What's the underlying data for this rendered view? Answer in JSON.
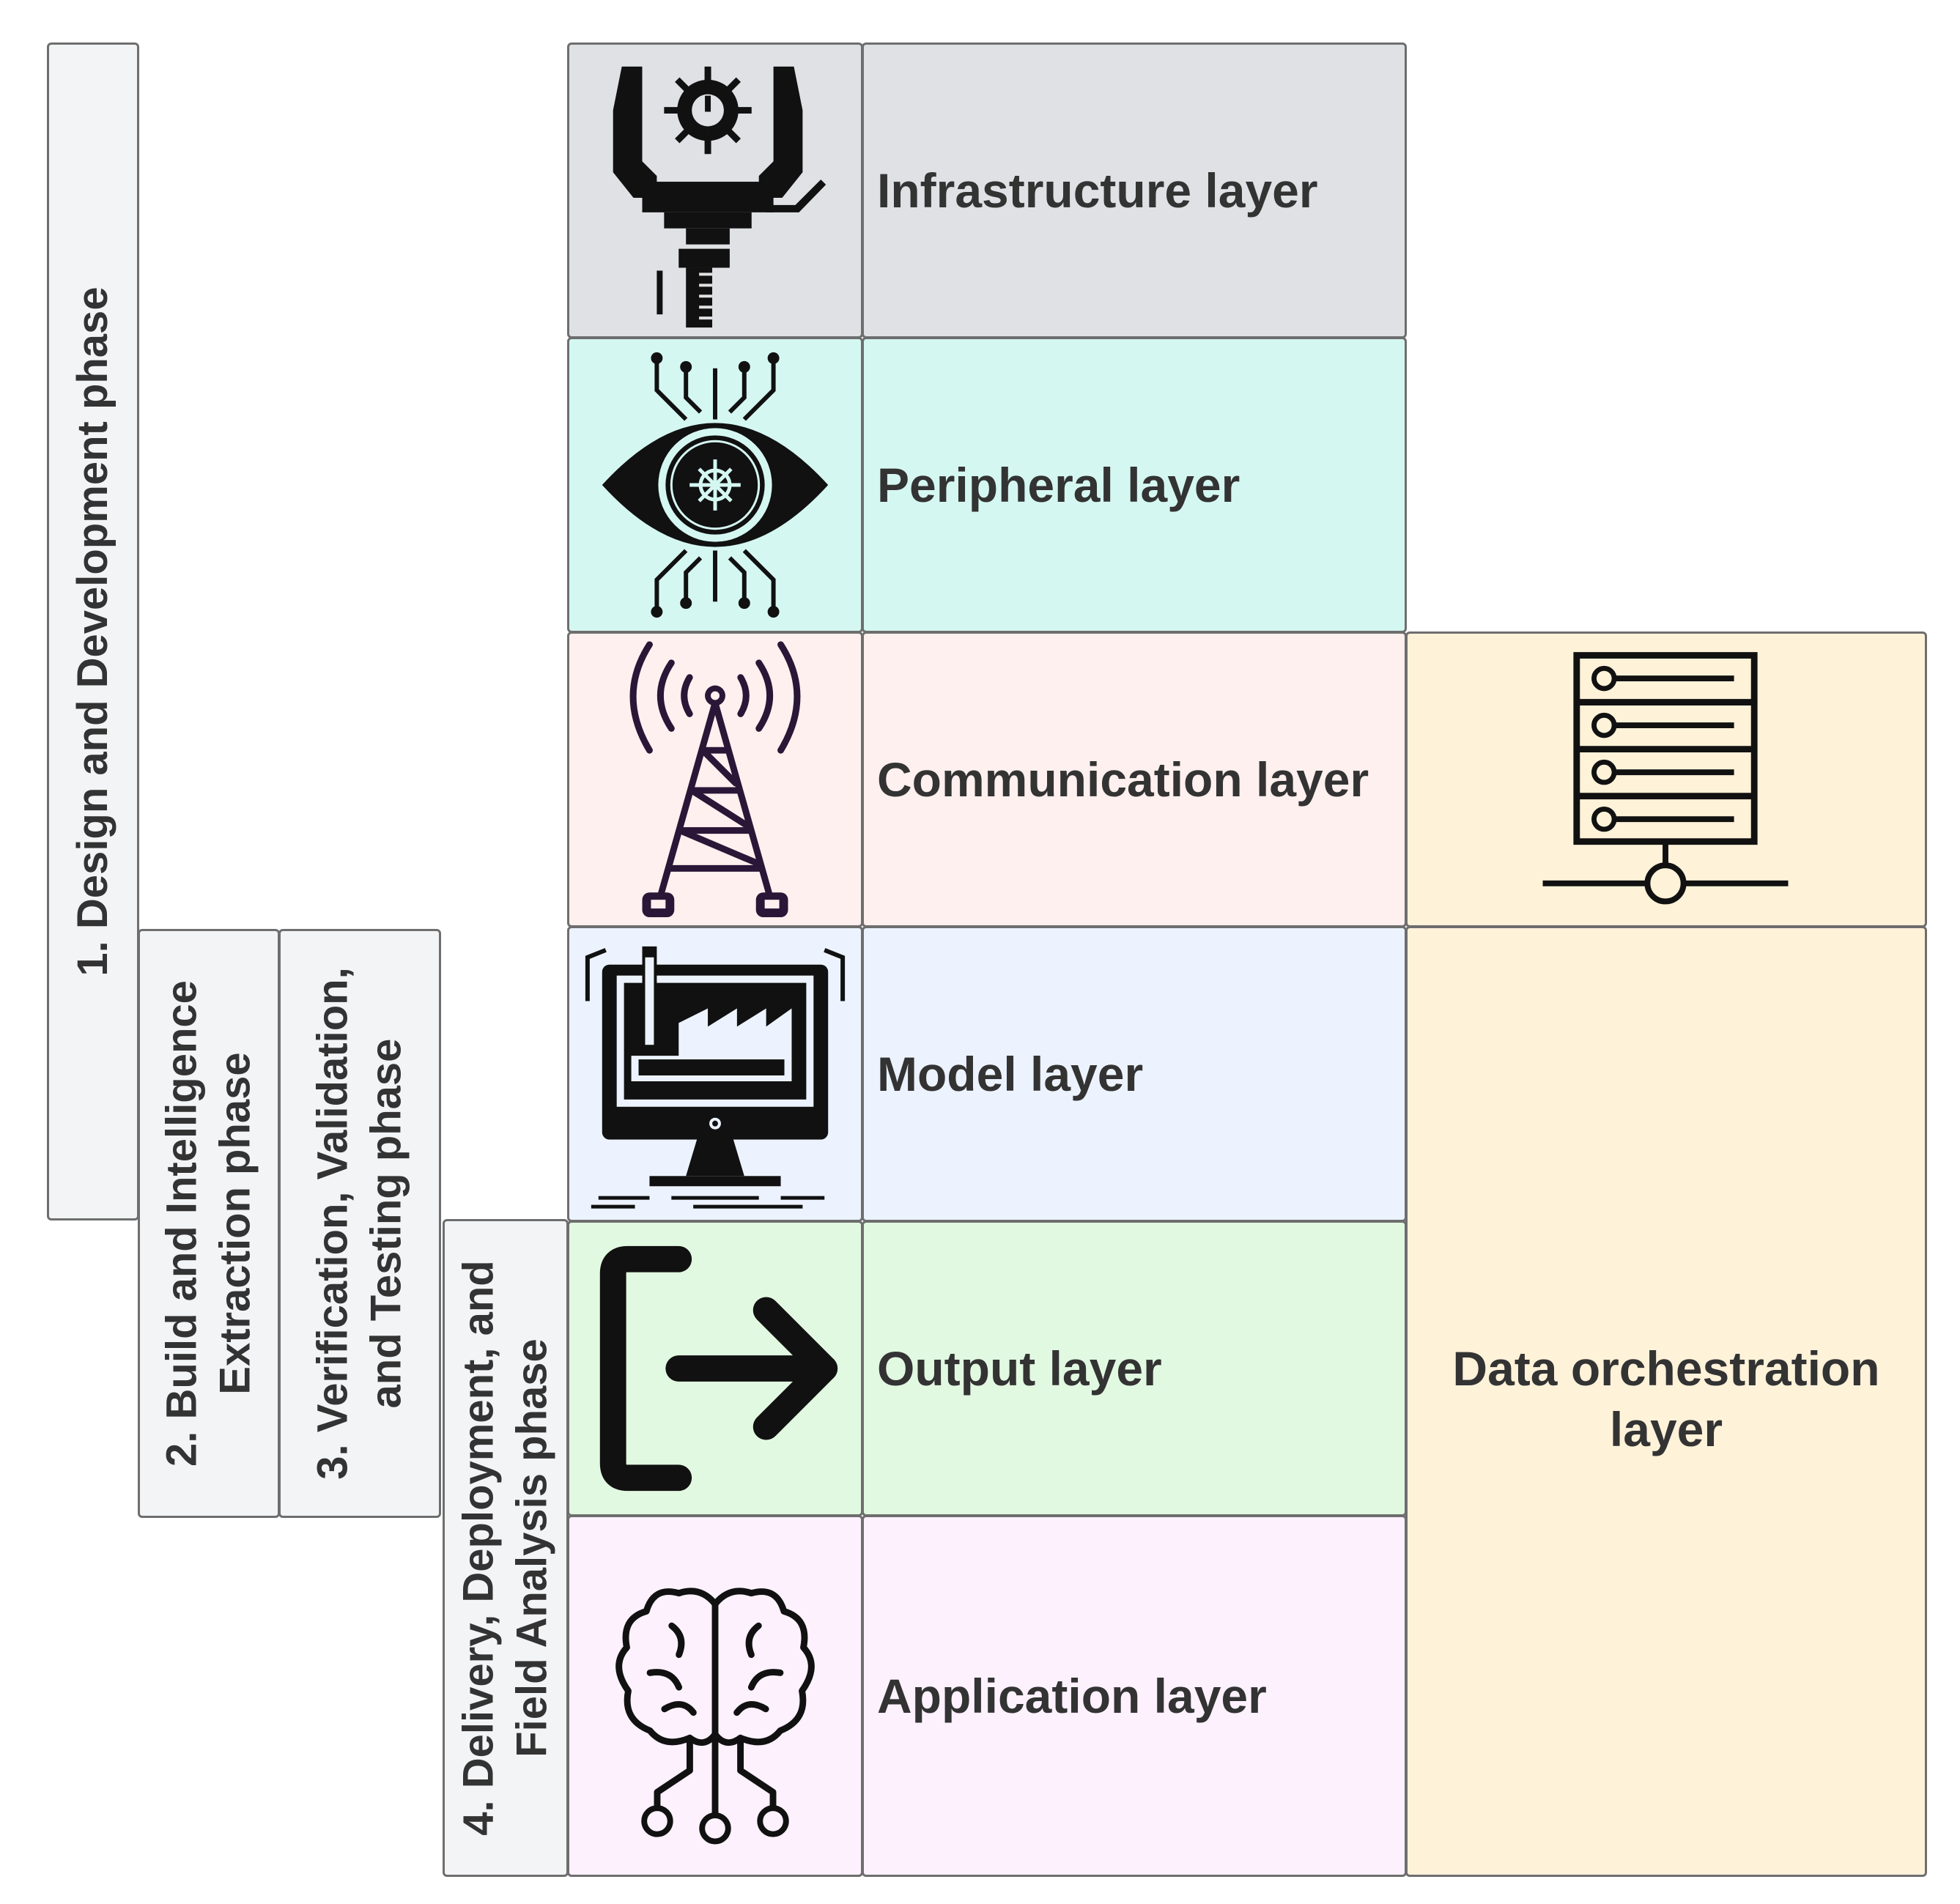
{
  "phases": [
    {
      "text": "1. Design and Development phase",
      "lines": [
        "1. Design and Development phase"
      ]
    },
    {
      "text": "2. Build and Intelligence Extraction phase",
      "lines": [
        "2. Build and Intelligence",
        "Extraction phase"
      ]
    },
    {
      "text": "3. Verification, Validation, and Testing phase",
      "lines": [
        "3. Verification, Validation,",
        "and Testing phase"
      ]
    },
    {
      "text": "4. Delivery, Deployment, and Field Analysis phase",
      "lines": [
        "4. Delivery, Deployment, and",
        "Field Analysis phase"
      ]
    }
  ],
  "layers": [
    {
      "label": "Infrastructure layer",
      "icon": "robotic-arm-icon",
      "color": "#dfe1e5"
    },
    {
      "label": "Peripheral layer",
      "icon": "circuit-eye-icon",
      "color": "#d5f7f2"
    },
    {
      "label": "Communication layer",
      "icon": "radio-tower-icon",
      "color": "#fdf0ee"
    },
    {
      "label": "Model layer",
      "icon": "factory-monitor-icon",
      "color": "#ecf3fe"
    },
    {
      "label": "Output layer",
      "icon": "output-arrow-icon",
      "color": "#e2f9e1"
    },
    {
      "label": "Application layer",
      "icon": "brain-circuit-icon",
      "color": "#fcf1fd"
    }
  ],
  "orchestration": {
    "lines": [
      "Data orchestration",
      "layer"
    ],
    "icon": "server-icon",
    "color": "#fef2d9"
  }
}
